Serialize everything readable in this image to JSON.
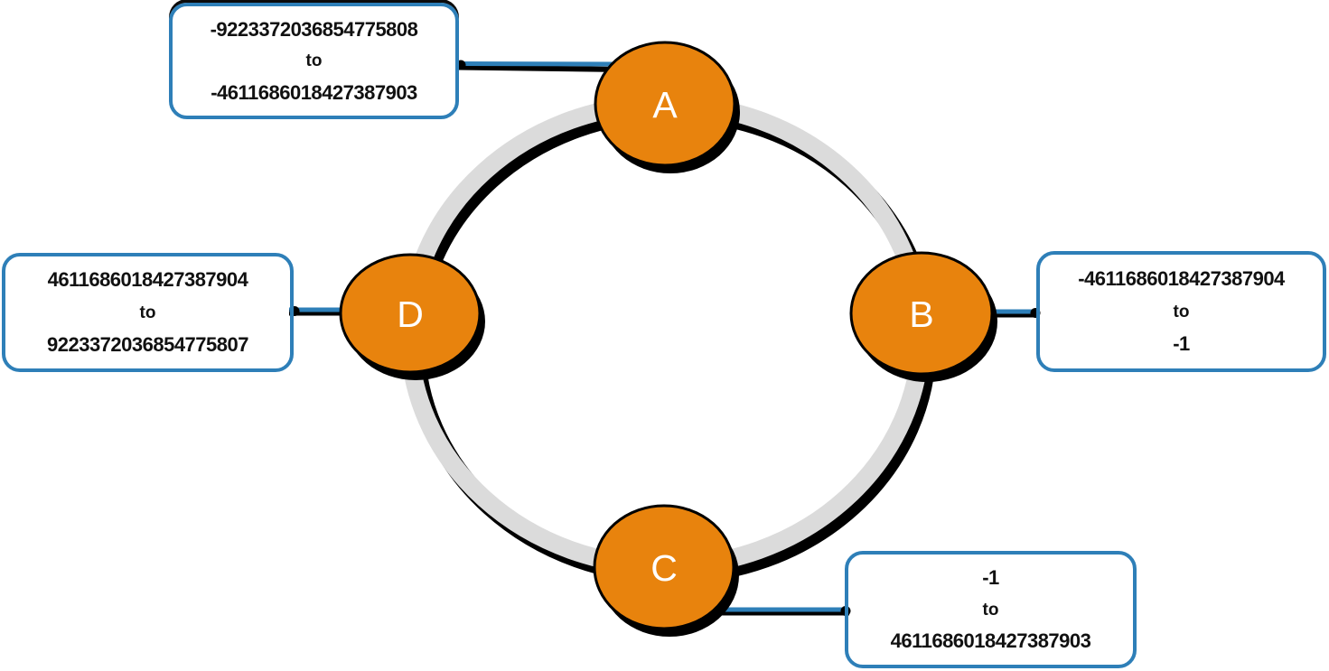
{
  "diagram": {
    "type": "token-ring",
    "description": "Four-node ring with signed 64-bit token ranges",
    "nodes": [
      {
        "id": "A",
        "label": "A",
        "position": "top",
        "range": {
          "from": "-9223372036854775808",
          "word": "to",
          "to": "-4611686018427387903"
        }
      },
      {
        "id": "B",
        "label": "B",
        "position": "right",
        "range": {
          "from": "-4611686018427387904",
          "word": "to",
          "to": "-1"
        }
      },
      {
        "id": "C",
        "label": "C",
        "position": "bottom",
        "range": {
          "from": "-1",
          "word": "to",
          "to": "4611686018427387903"
        }
      },
      {
        "id": "D",
        "label": "D",
        "position": "left",
        "range": {
          "from": "4611686018427387904",
          "word": "to",
          "to": "9223372036854775807"
        }
      }
    ]
  },
  "colors": {
    "node-orange": "#E8830D",
    "box-blue": "#2E7FB8",
    "ring-gray": "#DBDBDB",
    "ink": "#000000",
    "node-label": "#FFFFFF"
  }
}
